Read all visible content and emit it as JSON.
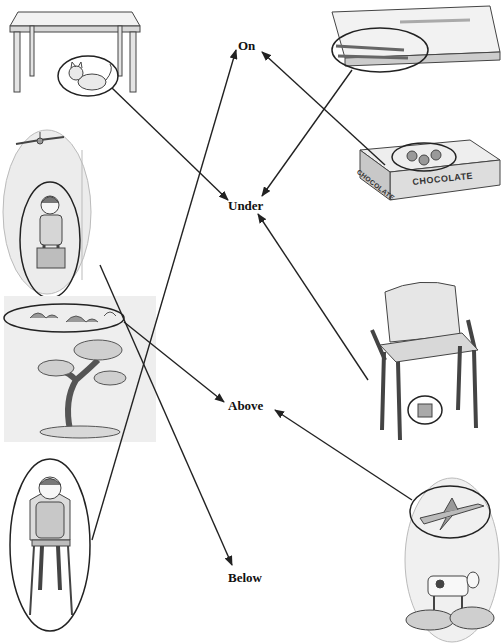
{
  "diagram": {
    "labels": [
      "On",
      "Under",
      "Above",
      "Below",
      "CHOCOLATE",
      "CHOCOLATE"
    ]
  }
}
